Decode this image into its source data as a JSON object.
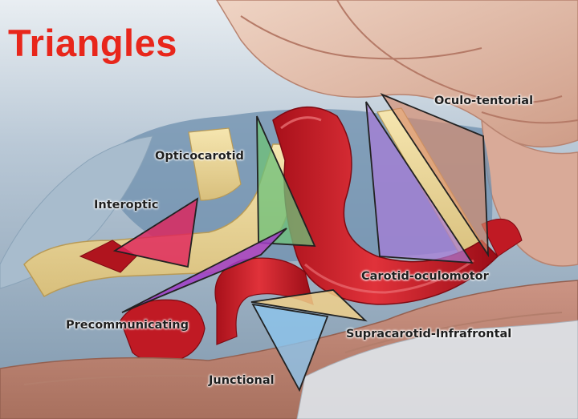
{
  "title": "Triangles",
  "labels": {
    "oculo_tentorial": "Oculo-tentorial",
    "opticocarotid": "Opticocarotid",
    "interoptic": "Interoptic",
    "carotid_oculomotor": "Carotid-oculomotor",
    "precommunicating": "Precommunicating",
    "supracarotid_infrafrontal": "Supracarotid-Infrafrontal",
    "junctional": "Junctional"
  },
  "colors": {
    "title": "#e8261b",
    "oculo_tentorial": "#d98a6a",
    "opticocarotid": "#6fc07a",
    "interoptic": "#e0205a",
    "carotid_oculomotor": "#a87ad8",
    "precommunicating": "#a03cc8",
    "supracarotid_infrafrontal": "#f0cf8a",
    "junctional": "#8cc4ec"
  }
}
